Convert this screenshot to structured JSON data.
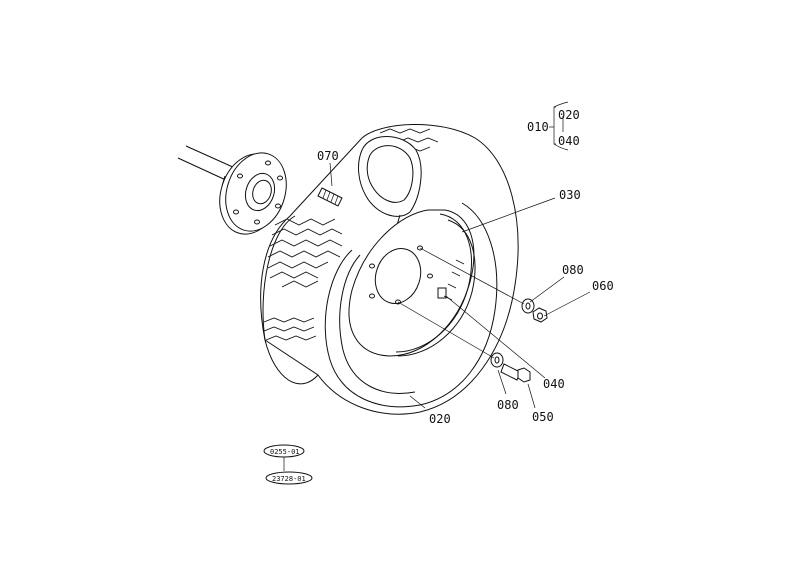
{
  "callouts": {
    "p010": "010",
    "p020_top": "020",
    "p040_top": "040",
    "p070": "070",
    "p030": "030",
    "p080_right": "080",
    "p060": "060",
    "p040": "040",
    "p020": "020",
    "p080_bottom": "080",
    "p050": "050"
  },
  "stamps": {
    "top": "0255-01",
    "bottom": "23728-01"
  }
}
